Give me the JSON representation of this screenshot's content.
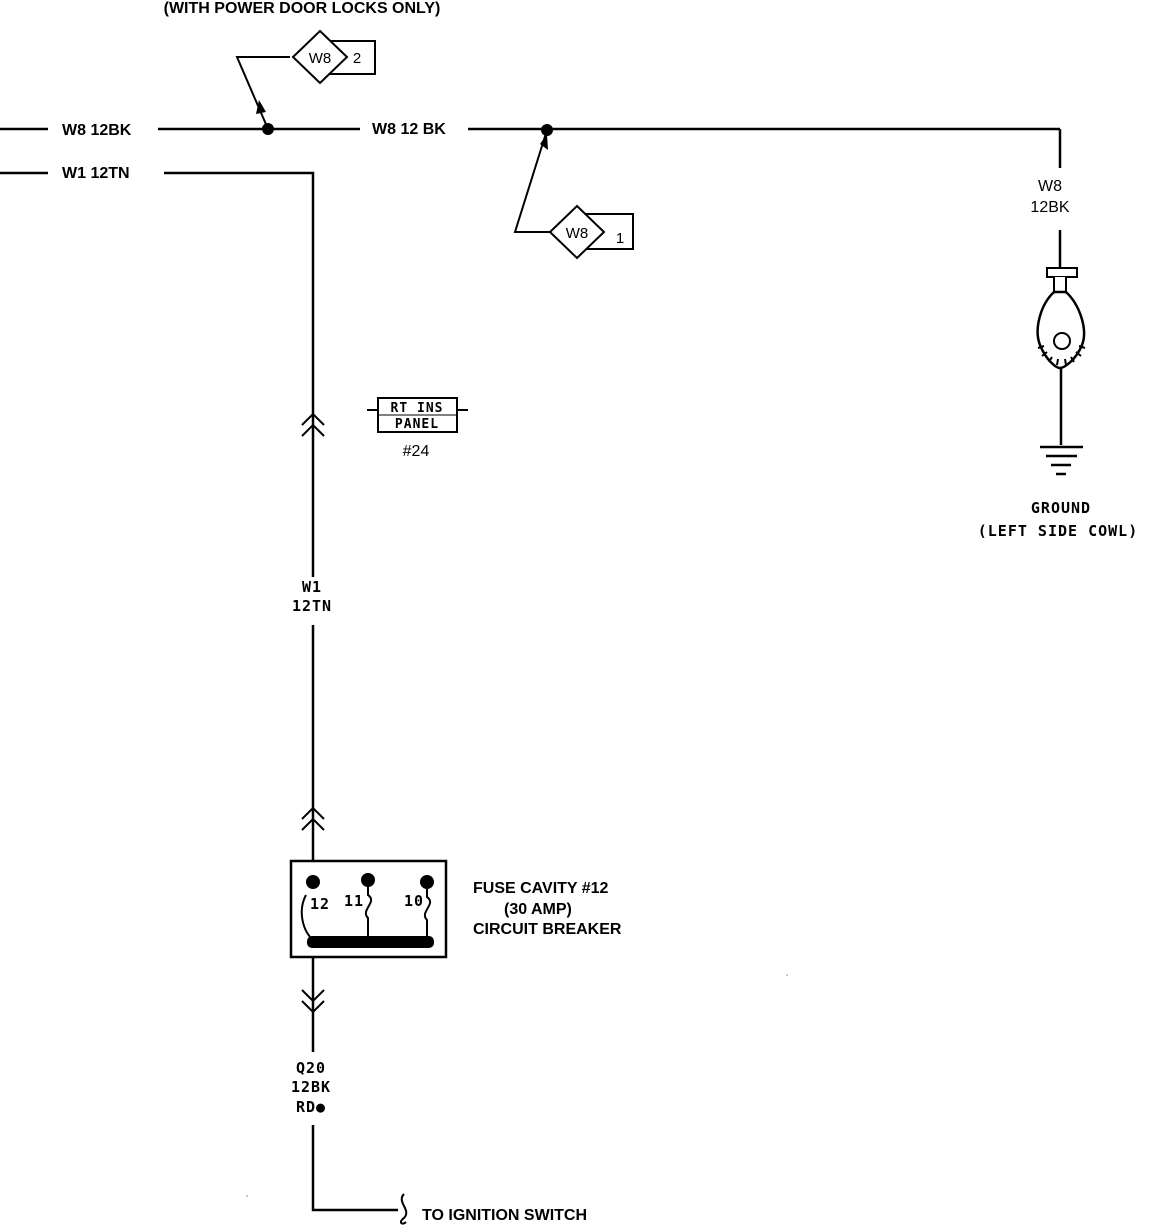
{
  "header": {
    "title": "(WITH POWER DOOR LOCKS ONLY)"
  },
  "wires": {
    "w8_left": "W8 12BK",
    "w8_mid": "W8 12 BK",
    "w1_left": "W1 12TN",
    "w8_right_circuit": "W8",
    "w8_right_gauge": "12BK",
    "w1_vert_circuit": "W1",
    "w1_vert_gauge": "12TN",
    "q20_circuit": "Q20",
    "q20_gauge": "12BK",
    "q20_color": "RD●"
  },
  "splices": [
    {
      "label": "W8",
      "number": "2"
    },
    {
      "label": "W8",
      "number": "1"
    }
  ],
  "panel": {
    "line1": "RT INS",
    "line2": "PANEL",
    "ref": "#24"
  },
  "ground": {
    "label": "GROUND",
    "location": "(LEFT SIDE COWL)"
  },
  "fuse_block": {
    "cavities": [
      "12",
      "11",
      "10"
    ],
    "line1": "FUSE CAVITY #12",
    "line2": "(30 AMP)",
    "line3": "CIRCUIT BREAKER"
  },
  "footer": {
    "destination": "TO IGNITION SWITCH"
  }
}
